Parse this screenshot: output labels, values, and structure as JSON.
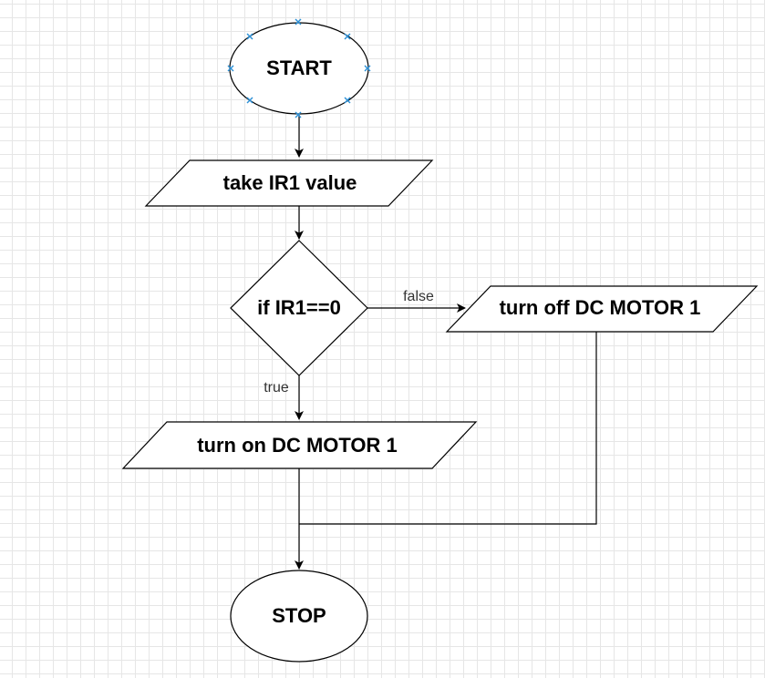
{
  "diagram": {
    "nodes": {
      "start": {
        "label": "START",
        "shape": "ellipse"
      },
      "input": {
        "label": "take IR1 value",
        "shape": "parallelogram"
      },
      "decision": {
        "label": "if IR1==0",
        "shape": "diamond"
      },
      "motor_off": {
        "label": "turn off DC MOTOR 1",
        "shape": "parallelogram"
      },
      "motor_on": {
        "label": "turn on DC MOTOR 1",
        "shape": "parallelogram"
      },
      "stop": {
        "label": "STOP",
        "shape": "ellipse"
      }
    },
    "edges": {
      "false_label": "false",
      "true_label": "true"
    },
    "colors": {
      "stroke": "#000000",
      "fill": "#ffffff",
      "grid": "#e6e6e6",
      "selection_handle": "#2b8fd6"
    }
  }
}
